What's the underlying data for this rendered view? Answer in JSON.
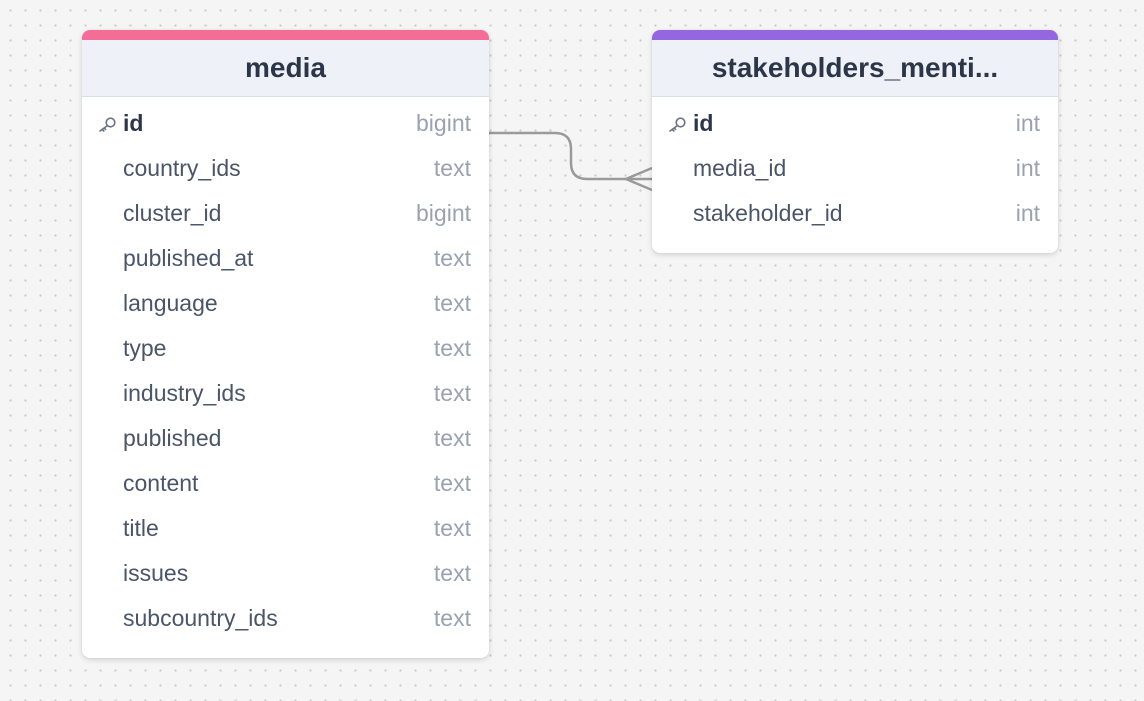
{
  "tables": [
    {
      "id": "media-table",
      "title": "media",
      "accent_color": "#f46d97",
      "fields": [
        {
          "name": "id",
          "type": "bigint",
          "primary_key": true
        },
        {
          "name": "country_ids",
          "type": "text"
        },
        {
          "name": "cluster_id",
          "type": "bigint"
        },
        {
          "name": "published_at",
          "type": "text"
        },
        {
          "name": "language",
          "type": "text"
        },
        {
          "name": "type",
          "type": "text"
        },
        {
          "name": "industry_ids",
          "type": "text"
        },
        {
          "name": "published",
          "type": "text"
        },
        {
          "name": "content",
          "type": "text"
        },
        {
          "name": "title",
          "type": "text"
        },
        {
          "name": "issues",
          "type": "text"
        },
        {
          "name": "subcountry_ids",
          "type": "text"
        }
      ]
    },
    {
      "id": "stakeholders-table",
      "title": "stakeholders_menti...",
      "accent_color": "#9466e0",
      "fields": [
        {
          "name": "id",
          "type": "int",
          "primary_key": true
        },
        {
          "name": "media_id",
          "type": "int"
        },
        {
          "name": "stakeholder_id",
          "type": "int"
        }
      ]
    }
  ],
  "relationships": [
    {
      "from_table": "media",
      "from_field": "id",
      "to_table": "stakeholders_menti...",
      "to_field": "media_id",
      "cardinality": "one-to-many"
    }
  ],
  "colors": {
    "connector": "#9a9a9a",
    "header_bg": "#eef2f8",
    "title_text": "#2c3648",
    "field_text": "#4a5568",
    "type_text": "#9aa2b1"
  },
  "icons": {
    "primary_key": "key-icon"
  }
}
